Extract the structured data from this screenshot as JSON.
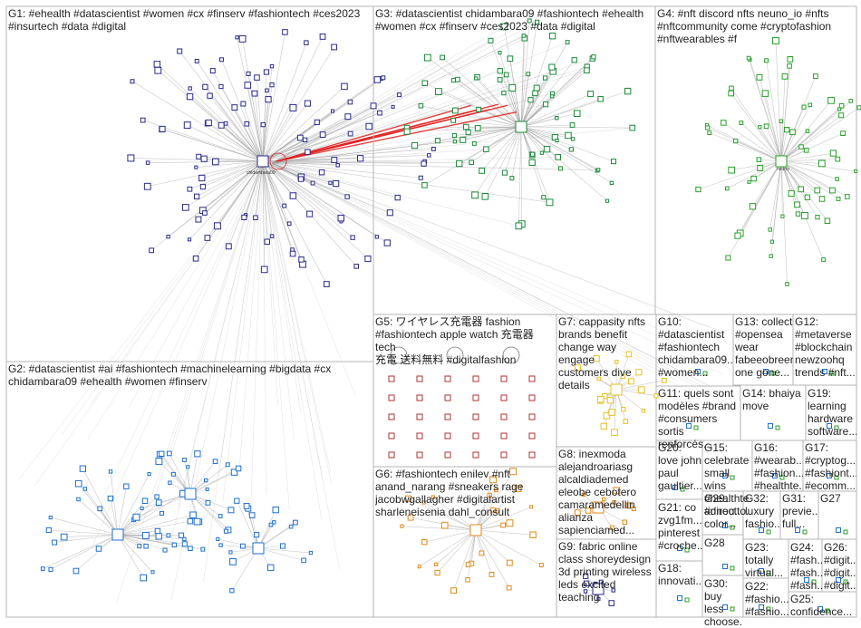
{
  "groups": {
    "G1": "G1: #ehealth #datascientist #women #cx #finserv #fashiontech #ces2023\n#insurtech #data #digital",
    "G2": "G2: #datascientist #ai #fashiontech #machinelearning #bigdata #cx\nchidambara09 #ehealth #women #finserv",
    "G3": "G3: #datascientist chidambara09 #fashiontech #ehealth\n#women #cx #finserv #ces2023 #data #digital",
    "G4": "G4: #nft discord nfts neuno_io #nfts\n#nftcommunity come #cryptofashion\n#nftwearables #f",
    "G5": "G5: ワイヤレス充電器 fashion\n#fashiontech apple watch 充電器 tech\n充電 送料無料 #digitalfashion",
    "G6": "G6: #fashiontech enilev #nft\nanand_narang #sneakers rage\njacobwgallagher #digitalartist\nsharleneisenia dahl_consult",
    "G7": "G7: cappasity nfts\nbrands benefit\nchange way engage\ncustomers dive\ndetails",
    "G8": "G8: inexmoda\nalejandroariasg\nalcaldiademed\neleobe cebotero\ncamaramedellin\nalianza\nsapienciamed...",
    "G9": "G9: fabric online\nclass shoreydesign\n3d printing wireless\nleds excited\nteaching",
    "G10": "G10:\n#datascientist\n#fashiontech\nchidambara09...\n#women...",
    "G11": "G11: quels sont\nmodèles #brand\n#consumers\nsortis renforcés...",
    "G12": "G12:\n#metaverse\n#blockchain\nnewzoohq\ntrends #nft...",
    "G13": "G13: collect\n#opensea\nwear\nfabeeobreen\none gone...",
    "G14": "G14: bhaiya\nmove",
    "G15": "G15:\ncelebrate\nsmall wins\n#healthte...\n#directto...",
    "G16": "G16:\n#wearab...\n#fashion...\n#healthte...",
    "G17": "G17:\n#cryptog...\n#fashiont...\n#ecomm...",
    "G18": "G18:\ninnovati...",
    "G19": "G19:\nlearning\nhardware\nsoftware...",
    "G20": "G20:\nlove john\npaul\ngaultier...",
    "G21": "G21: co\nzvg1fm...\npinterest\n#croche...",
    "G22": "G22:\n#fashio...\n#fashio...",
    "G23": "G23:\ntotally\nvirtual...",
    "G24": "G24:\n#fash...\n#fash...\n#fash...",
    "G25": "G25:\nconfidence...",
    "G26": "G26:\n#digit...\n#digit...\n#digit...",
    "G27": "G27",
    "G28": "G28",
    "G29": "G29:\nannou...\ncolor...",
    "G30": "G30:\nbuy less\nchoose...",
    "G31": "G31:\nprevie...\nfull...",
    "G32": "G32:\nluxury\nfashio..."
  },
  "colors": {
    "edge": "#9a9a9a",
    "edge_highlight": "#e02020",
    "border": "#b5b5b5",
    "g1_node": "#2a2a8c",
    "g2_node": "#1f6fd1",
    "g3_node": "#1a8a3a",
    "g4_node": "#2aa02a",
    "g5_node": "#b03030",
    "g6_node": "#e08a1a",
    "g7_node": "#e8c020"
  },
  "hub_labels": {
    "g1_hub": "chidambara09",
    "g4_hub": "neuno"
  }
}
